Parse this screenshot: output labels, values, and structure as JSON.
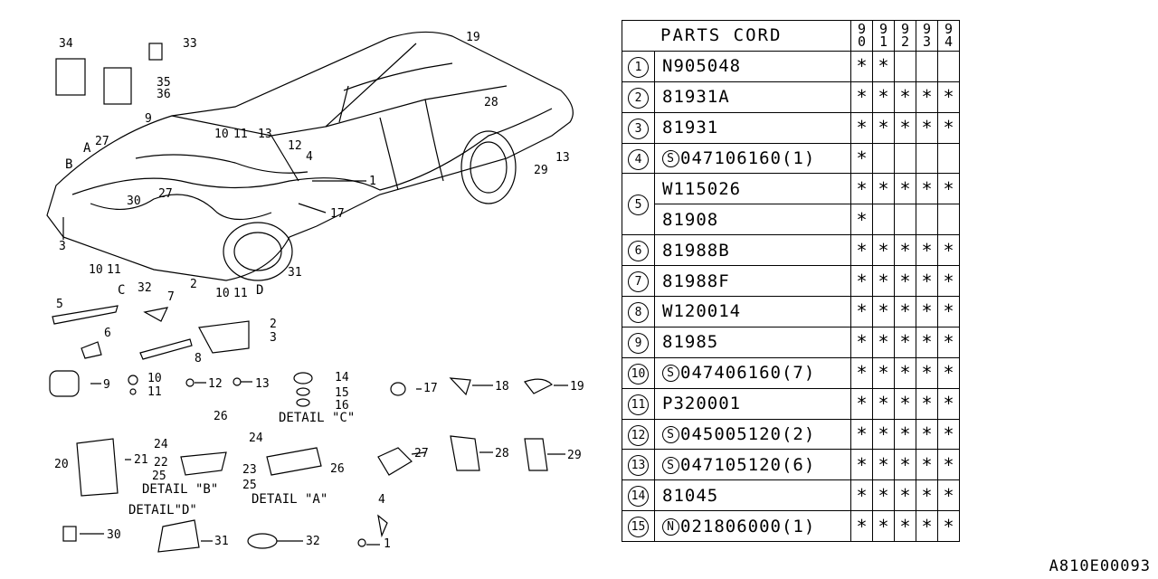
{
  "table": {
    "header": "PARTS CORD",
    "years": [
      [
        "9",
        "0"
      ],
      [
        "9",
        "1"
      ],
      [
        "9",
        "2"
      ],
      [
        "9",
        "3"
      ],
      [
        "9",
        "4"
      ]
    ],
    "rows": [
      {
        "idx": "1",
        "sym": "",
        "code": "N905048",
        "marks": [
          "*",
          "*",
          "",
          "",
          ""
        ]
      },
      {
        "idx": "2",
        "sym": "",
        "code": "81931A",
        "marks": [
          "*",
          "*",
          "*",
          "*",
          "*"
        ]
      },
      {
        "idx": "3",
        "sym": "",
        "code": "81931",
        "marks": [
          "*",
          "*",
          "*",
          "*",
          "*"
        ]
      },
      {
        "idx": "4",
        "sym": "S",
        "code": "047106160(1)",
        "marks": [
          "*",
          "",
          "",
          "",
          ""
        ]
      },
      {
        "idx": "5",
        "sym": "",
        "code": "W115026",
        "marks": [
          "*",
          "*",
          "*",
          "*",
          "*"
        ]
      },
      {
        "idx": "",
        "sym": "",
        "code": "81908",
        "marks": [
          "*",
          "",
          "",
          "",
          ""
        ]
      },
      {
        "idx": "6",
        "sym": "",
        "code": "81988B",
        "marks": [
          "*",
          "*",
          "*",
          "*",
          "*"
        ]
      },
      {
        "idx": "7",
        "sym": "",
        "code": "81988F",
        "marks": [
          "*",
          "*",
          "*",
          "*",
          "*"
        ]
      },
      {
        "idx": "8",
        "sym": "",
        "code": "W120014",
        "marks": [
          "*",
          "*",
          "*",
          "*",
          "*"
        ]
      },
      {
        "idx": "9",
        "sym": "",
        "code": "81985",
        "marks": [
          "*",
          "*",
          "*",
          "*",
          "*"
        ]
      },
      {
        "idx": "10",
        "sym": "S",
        "code": "047406160(7)",
        "marks": [
          "*",
          "*",
          "*",
          "*",
          "*"
        ]
      },
      {
        "idx": "11",
        "sym": "",
        "code": "P320001",
        "marks": [
          "*",
          "*",
          "*",
          "*",
          "*"
        ]
      },
      {
        "idx": "12",
        "sym": "S",
        "code": "045005120(2)",
        "marks": [
          "*",
          "*",
          "*",
          "*",
          "*"
        ]
      },
      {
        "idx": "13",
        "sym": "S",
        "code": "047105120(6)",
        "marks": [
          "*",
          "*",
          "*",
          "*",
          "*"
        ]
      },
      {
        "idx": "14",
        "sym": "",
        "code": "81045",
        "marks": [
          "*",
          "*",
          "*",
          "*",
          "*"
        ]
      },
      {
        "idx": "15",
        "sym": "N",
        "code": "021806000(1)",
        "marks": [
          "*",
          "*",
          "*",
          "*",
          "*"
        ]
      }
    ]
  },
  "diagram": {
    "callouts": [
      "1",
      "2",
      "3",
      "4",
      "5",
      "6",
      "7",
      "8",
      "9",
      "10",
      "11",
      "12",
      "13",
      "14",
      "15",
      "16",
      "17",
      "18",
      "19",
      "20",
      "21",
      "22",
      "23",
      "24",
      "25",
      "26",
      "27",
      "28",
      "29",
      "30",
      "31",
      "32",
      "33",
      "34",
      "35",
      "36"
    ],
    "letters": [
      "A",
      "B",
      "C",
      "D"
    ],
    "details": [
      "DETAIL \"C\"",
      "DETAIL \"B\"",
      "DETAIL \"A\"",
      "DETAIL\"D\""
    ]
  },
  "doc_id": "A810E00093"
}
